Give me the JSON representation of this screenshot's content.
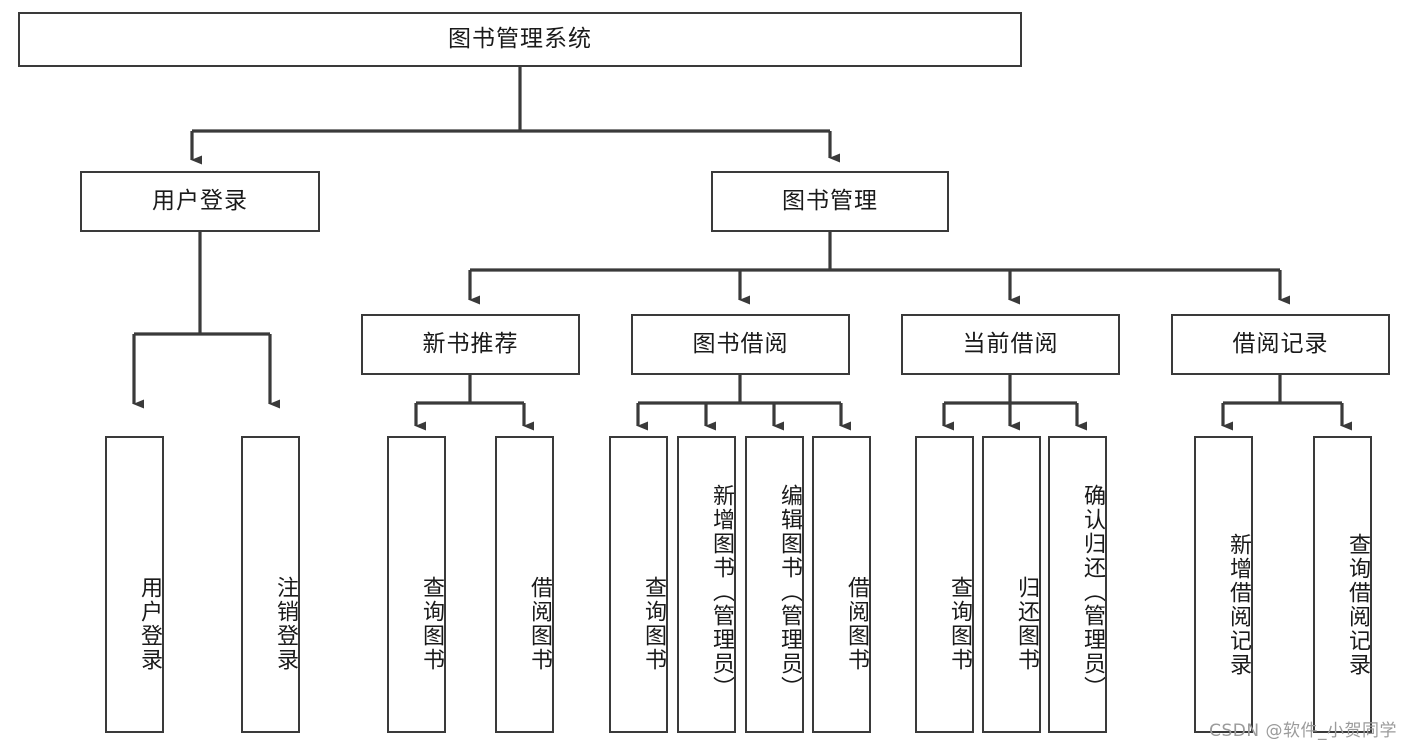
{
  "diagram": {
    "type": "tree",
    "title": "图书管理系统",
    "stroke_color": "#3a3a3a",
    "background_color": "#ffffff",
    "text_color": "#1a1a1a",
    "root": {
      "label": "图书管理系统",
      "orientation": "horizontal"
    },
    "level2": [
      {
        "label": "用户登录",
        "orientation": "horizontal"
      },
      {
        "label": "图书管理",
        "orientation": "horizontal"
      }
    ],
    "level3": [
      {
        "label": "新书推荐",
        "orientation": "horizontal",
        "parent": "图书管理"
      },
      {
        "label": "图书借阅",
        "orientation": "horizontal",
        "parent": "图书管理"
      },
      {
        "label": "当前借阅",
        "orientation": "horizontal",
        "parent": "图书管理"
      },
      {
        "label": "借阅记录",
        "orientation": "horizontal",
        "parent": "图书管理"
      }
    ],
    "leaves": {
      "user_login": [
        {
          "label": "用户登录",
          "orientation": "vertical"
        },
        {
          "label": "注销登录",
          "orientation": "vertical"
        }
      ],
      "new_book_recommend": [
        {
          "label": "查询图书",
          "orientation": "vertical"
        },
        {
          "label": "借阅图书",
          "orientation": "vertical"
        }
      ],
      "book_borrow": [
        {
          "label": "查询图书",
          "orientation": "vertical"
        },
        {
          "label": "新增图书（管理员）",
          "orientation": "vertical"
        },
        {
          "label": "编辑图书（管理员）",
          "orientation": "vertical"
        },
        {
          "label": "借阅图书",
          "orientation": "vertical"
        }
      ],
      "current_borrow": [
        {
          "label": "查询图书",
          "orientation": "vertical"
        },
        {
          "label": "归还图书",
          "orientation": "vertical"
        },
        {
          "label": "确认归还（管理员）",
          "orientation": "vertical"
        }
      ],
      "borrow_records": [
        {
          "label": "新增借阅记录",
          "orientation": "vertical"
        },
        {
          "label": "查询借阅记录",
          "orientation": "vertical"
        }
      ]
    }
  },
  "watermark": {
    "text": "CSDN @软件_小贺同学"
  }
}
